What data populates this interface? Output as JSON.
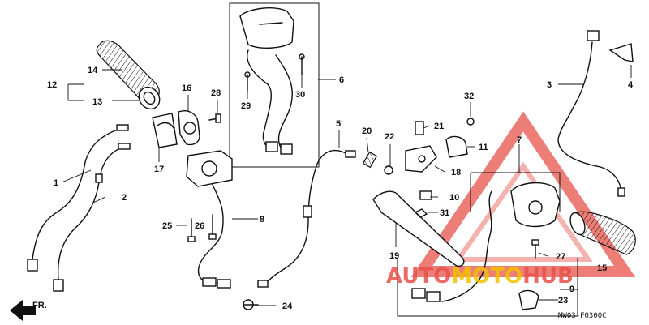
{
  "callouts": [
    "1",
    "2",
    "3",
    "4",
    "5",
    "6",
    "7",
    "8",
    "9",
    "10",
    "11",
    "12",
    "13",
    "14",
    "15",
    "16",
    "17",
    "18",
    "19",
    "20",
    "21",
    "22",
    "23",
    "24",
    "25",
    "26",
    "27",
    "28",
    "29",
    "30",
    "31",
    "32"
  ],
  "front_marker": "FR.",
  "drawing_code": "MW03-F0300C",
  "watermark": {
    "part1": "AUTO",
    "part2": "MOTO",
    "part3": "HUB",
    "color1": "#e8524a",
    "color2": "#f2c200",
    "color3": "#e8524a"
  }
}
